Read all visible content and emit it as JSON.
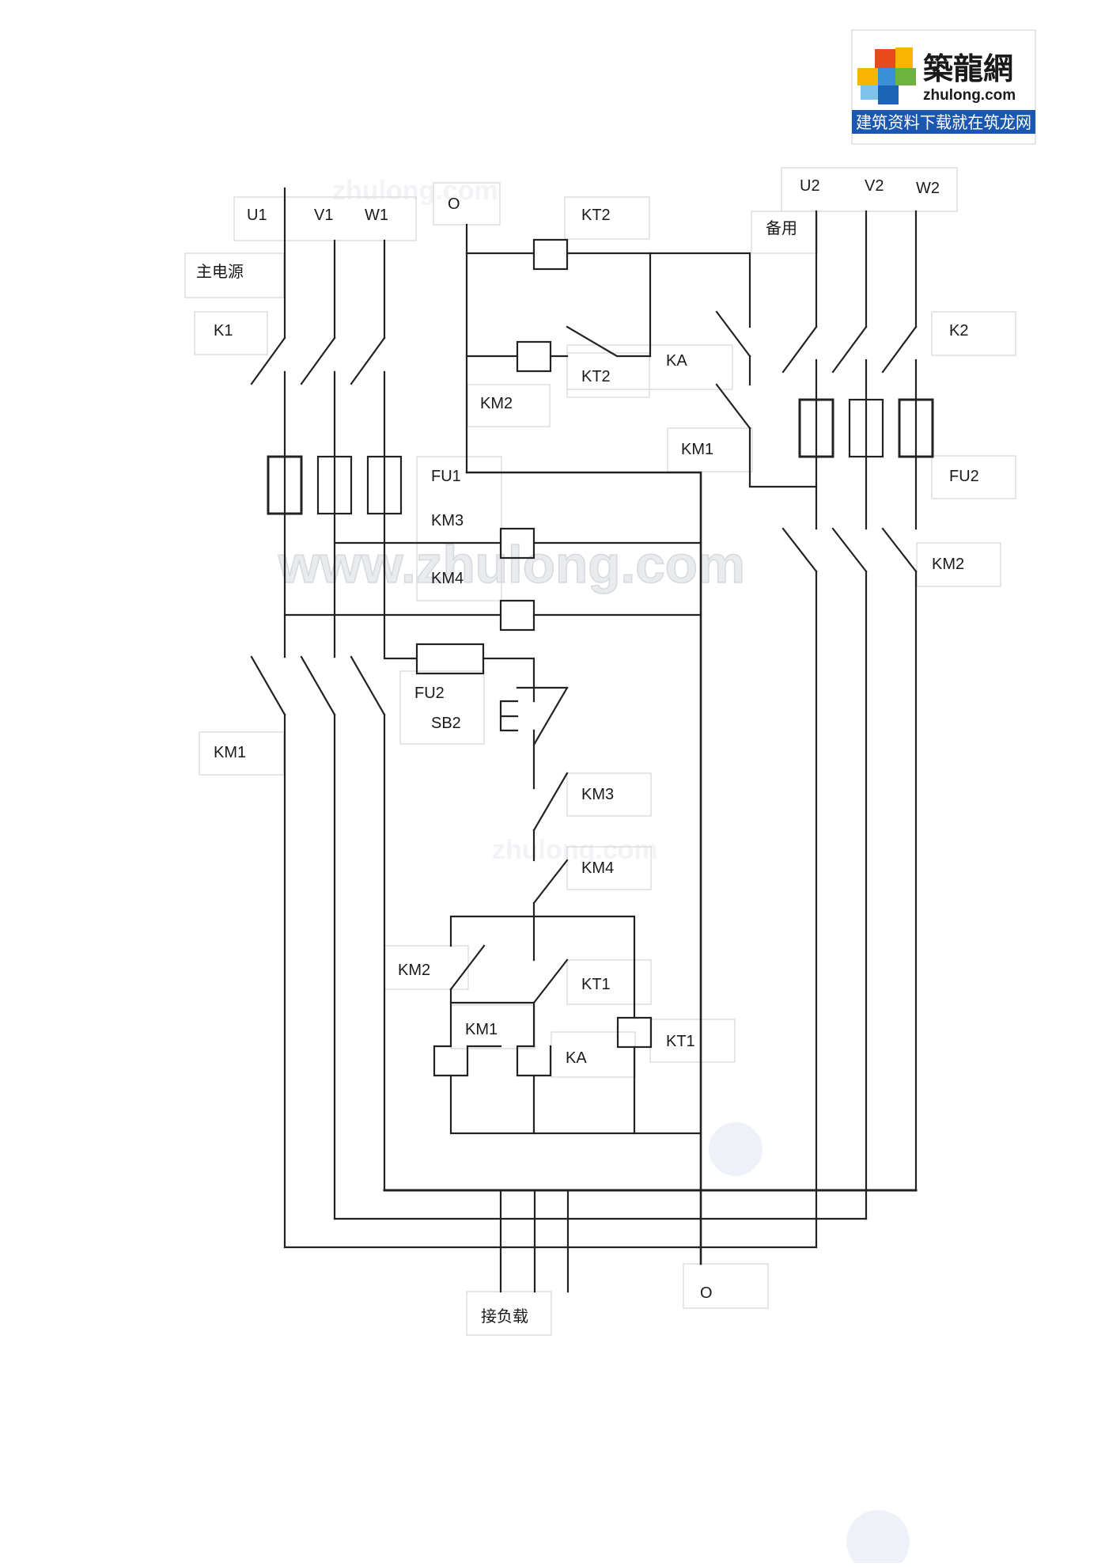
{
  "logo": {
    "name": "築龍網",
    "domain": "zhulong.com",
    "slogan": "建筑资料下载就在筑龙网"
  },
  "watermarks": {
    "top": "zhulong.com",
    "middle": "www.zhulong.com",
    "lower": "zhulong.com"
  },
  "labels": {
    "U1": "U1",
    "V1": "V1",
    "W1": "W1",
    "O_top": "O",
    "KT2_top": "KT2",
    "U2": "U2",
    "V2": "V2",
    "W2": "W2",
    "standby": "备用",
    "main_power": "主电源",
    "K1": "K1",
    "K2": "K2",
    "KT2_mid": "KT2",
    "KA_top": "KA",
    "KM2_top": "KM2",
    "KM1_top": "KM1",
    "FU1": "FU1",
    "FU2_right": "FU2",
    "KM3_top": "KM3",
    "KM4_top": "KM4",
    "KM2_right": "KM2",
    "FU2_ctrl": "FU2",
    "SB2": "SB2",
    "KM1_left": "KM1",
    "KM3_ctrl": "KM3",
    "KM4_ctrl": "KM4",
    "KM2_ctrl": "KM2",
    "KT1_contact": "KT1",
    "KM1_ctrl": "KM1",
    "KA_ctrl": "KA",
    "KT1_coil": "KT1",
    "O_bottom": "O",
    "load": "接负载"
  }
}
